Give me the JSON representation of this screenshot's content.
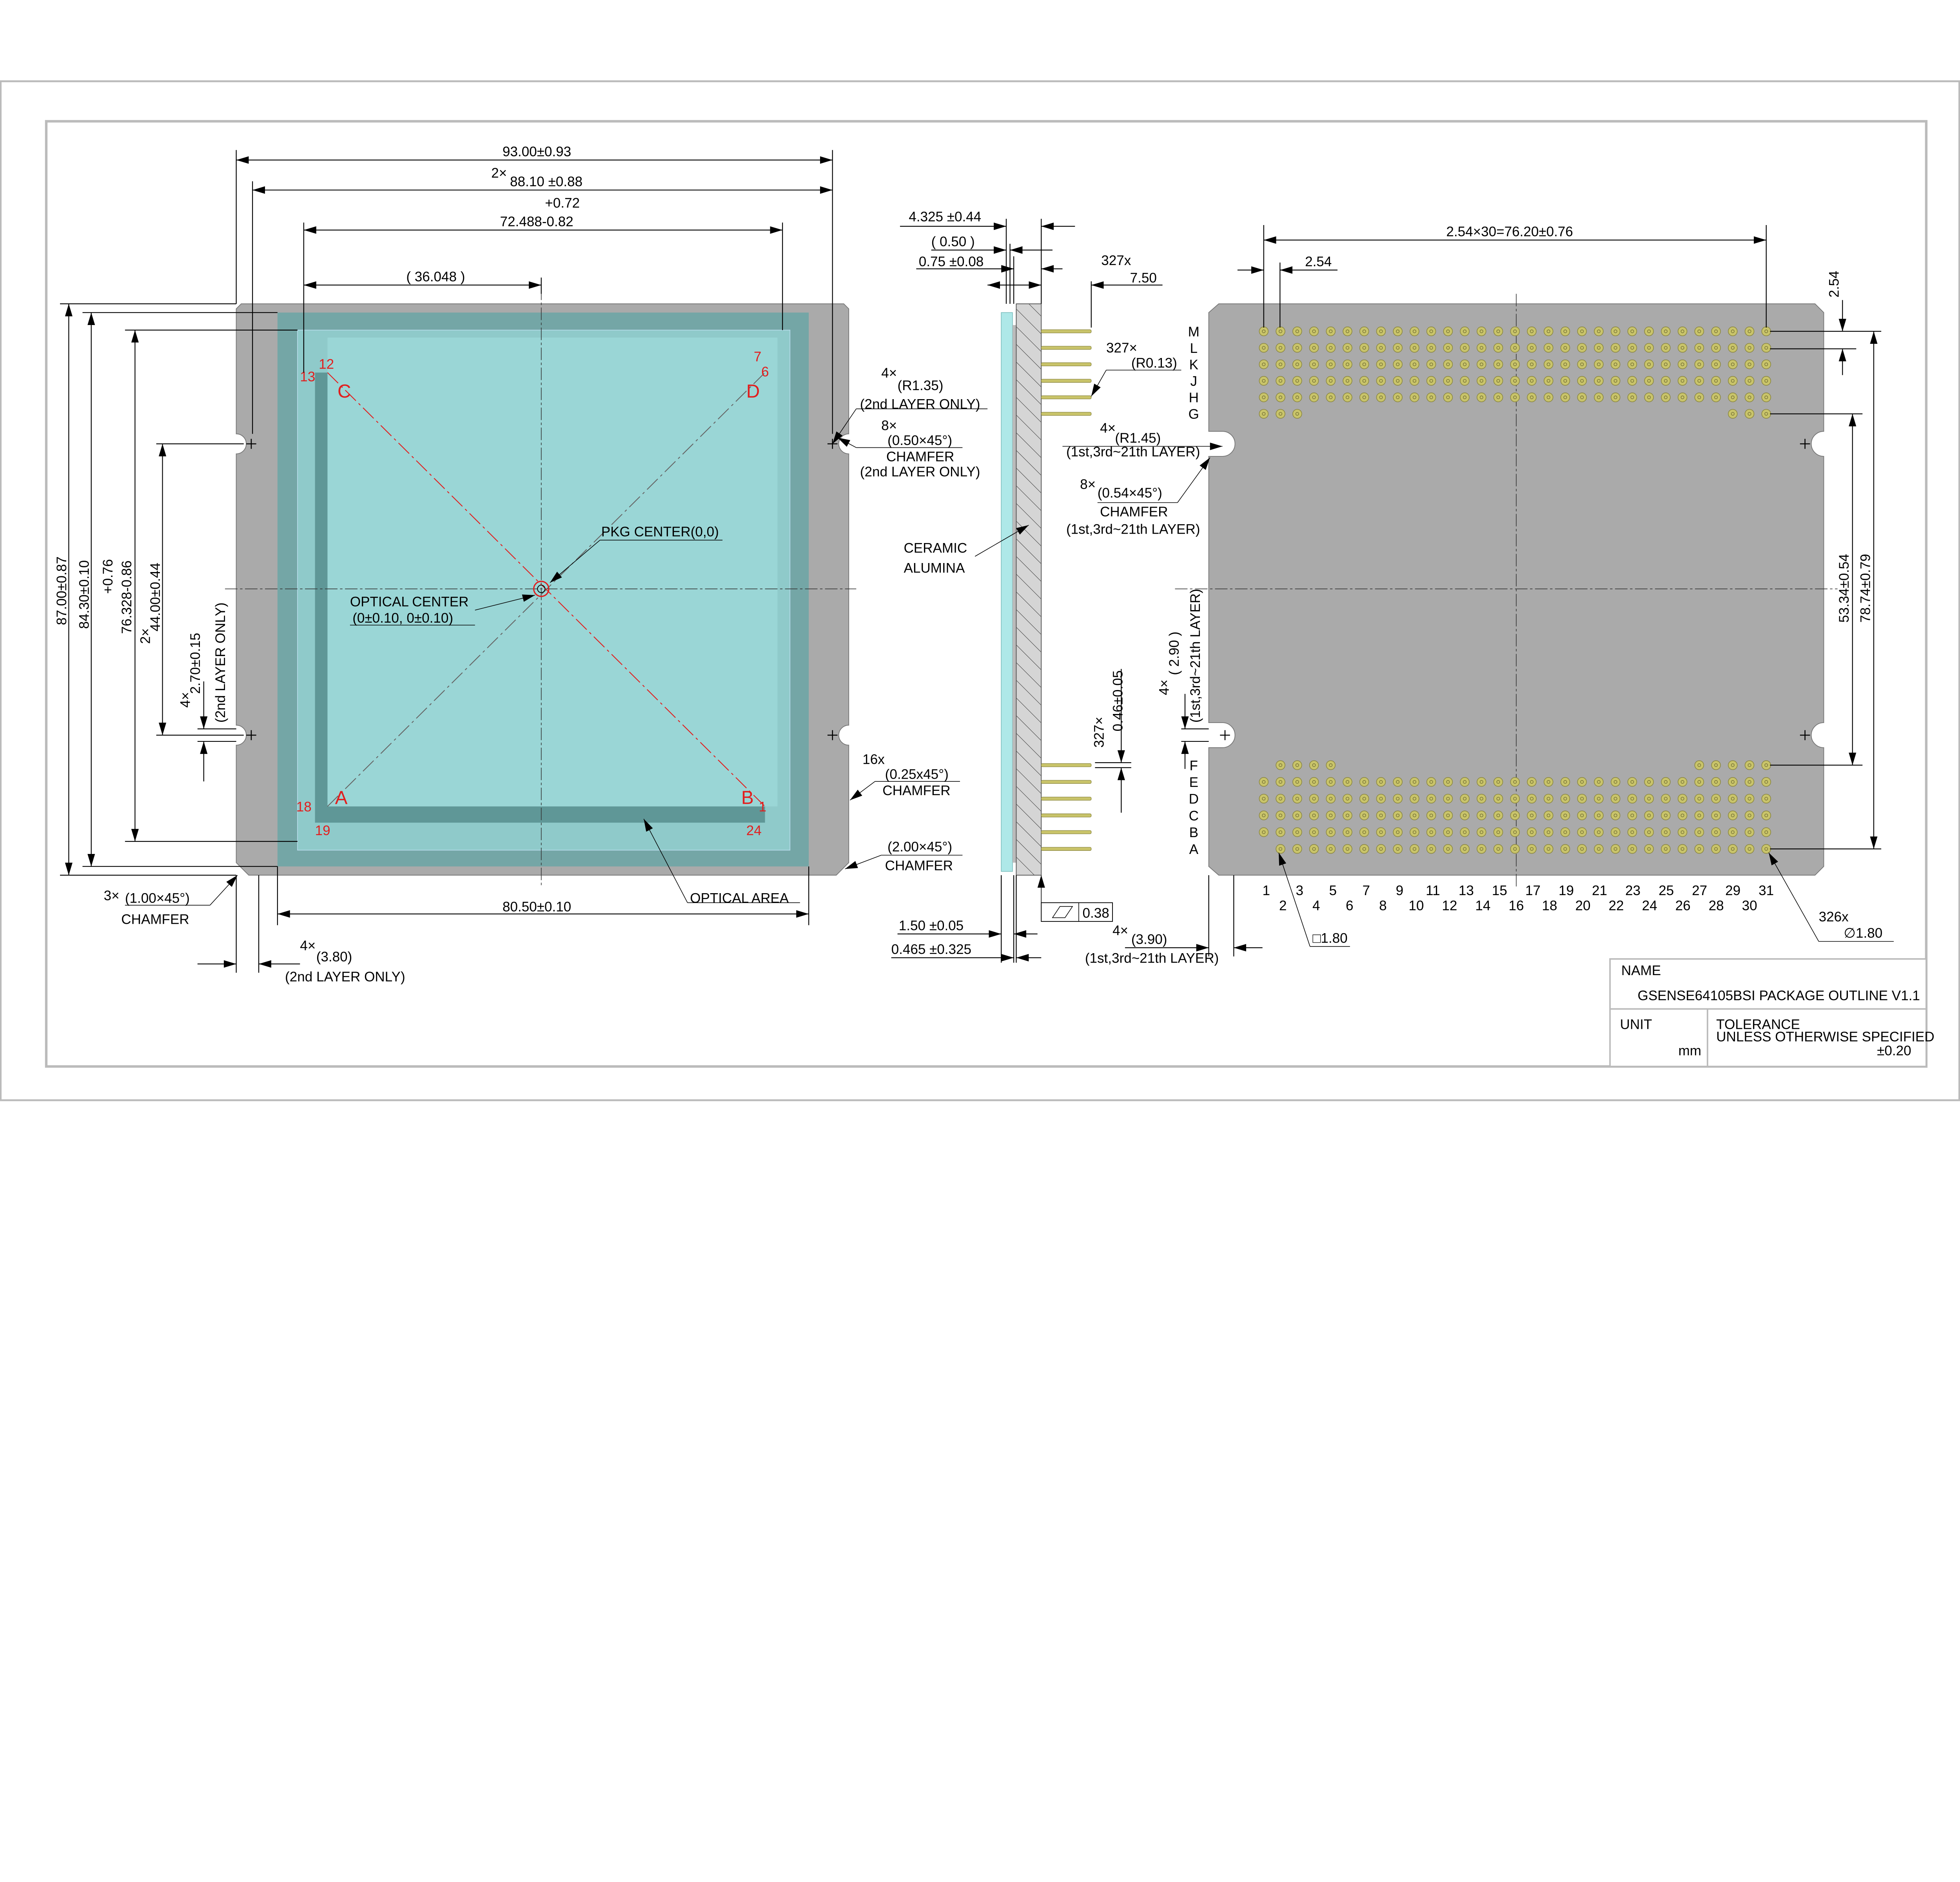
{
  "title_block": {
    "name_label": "NAME",
    "name_value": "GSENSE64105BSI PACKAGE OUTLINE  V1.1",
    "unit_label": "UNIT",
    "unit_value": "mm",
    "tolerance_label": "TOLERANCE",
    "tolerance_note": "UNLESS OTHERWISE SPECIFIED",
    "tolerance_value": "±0.20"
  },
  "top_view": {
    "width_overall": "93.00±0.93",
    "width_88_mult": "2×",
    "width_88": "88.10 ±0.88",
    "width_72_upper": "+0.72",
    "width_72": "72.488-0.82",
    "width_36": "( 36.048 )",
    "height_87": "87.00±0.87",
    "height_84": "84.30±0.10",
    "height_76_upper": "+0.76",
    "height_76": "76.328-0.86",
    "height_44_mult": "2×",
    "height_44": "44.00±0.44",
    "notch_mult": "4×",
    "notch_270": "2.70±0.15",
    "notch_270_note": "(2nd LAYER ONLY)",
    "radius_mult": "4×",
    "radius": "(R1.35)",
    "radius_note": "(2nd LAYER ONLY)",
    "chamfer8_mult": "8×",
    "chamfer8": "(0.50×45°)",
    "chamfer8_label": "CHAMFER",
    "chamfer8_note": "(2nd LAYER ONLY)",
    "pkg_center": "PKG CENTER(0,0)",
    "optical_center": "OPTICAL CENTER",
    "optical_center_value": "(0±0.10, 0±0.10)",
    "chamfer16_mult": "16x",
    "chamfer16": "(0.25x45°)",
    "chamfer16_label": "CHAMFER",
    "chamfer2_value": "(2.00×45°)",
    "chamfer2_label": "CHAMFER",
    "chamfer3_mult": "3×",
    "chamfer3": "(1.00×45°)",
    "chamfer3_label": "CHAMFER",
    "width_80": "80.50±0.10",
    "optical_area": "OPTICAL AREA",
    "dim_380_mult": "4×",
    "dim_380": "(3.80)",
    "dim_380_note": "(2nd LAYER ONLY)",
    "corners": {
      "A": "A",
      "B": "B",
      "C": "C",
      "D": "D"
    },
    "corner_pins": {
      "c13": "13",
      "c12": "12",
      "c7": "7",
      "c6": "6",
      "c18": "18",
      "c19": "19",
      "c1": "1",
      "c24": "24"
    }
  },
  "side_view": {
    "dim_4325": "4.325 ±0.44",
    "dim_050": "( 0.50 )",
    "dim_075": "0.75 ±0.08",
    "pin_len_mult": "327x",
    "pin_len": "7.50",
    "pin_r_mult": "327×",
    "pin_r": "(R0.13)",
    "ceramic": "CERAMIC",
    "alumina": "ALUMINA",
    "pin_d_mult": "327×",
    "pin_d": "0.46±0.05",
    "flatness": "0.38",
    "dim_150": "1.50 ±0.05",
    "dim_0465": "0.465 ±0.325"
  },
  "bottom_view": {
    "pitch_total": "2.54×30=76.20±0.76",
    "pitch": "2.54",
    "pitch_v": "2.54",
    "r145_mult": "4×",
    "r145": "(R1.45)",
    "r145_note": "(1st,3rd~21th LAYER)",
    "ch054_mult": "8×",
    "ch054": "(0.54×45°)",
    "ch054_label": "CHAMFER",
    "ch054_note": "(1st,3rd~21th LAYER)",
    "dim_290_mult": "4×",
    "dim_290": "( 2.90 )",
    "dim_290_note": "(1st,3rd~21th LAYER)",
    "dim_390_mult": "4×",
    "dim_390": "(3.90)",
    "dim_390_note": "(1st,3rd~21th LAYER)",
    "dim_5334": "53.34±0.54",
    "dim_7874": "78.74±0.79",
    "pad_size": "□1.80",
    "pin_count": "326x",
    "pin_dia": "∅1.80",
    "rows_top": [
      "M",
      "L",
      "K",
      "J",
      "H",
      "G"
    ],
    "rows_bottom": [
      "F",
      "E",
      "D",
      "C",
      "B",
      "A"
    ],
    "cols_odd": [
      "1",
      "3",
      "5",
      "7",
      "9",
      "11",
      "13",
      "15",
      "17",
      "19",
      "21",
      "23",
      "25",
      "27",
      "29",
      "31"
    ],
    "cols_even": [
      "2",
      "4",
      "6",
      "8",
      "10",
      "12",
      "14",
      "16",
      "18",
      "20",
      "22",
      "24",
      "26",
      "28",
      "30"
    ]
  },
  "pin_grid": {
    "M": [
      [
        1,
        31
      ]
    ],
    "L": [
      [
        1,
        31
      ]
    ],
    "K": [
      [
        1,
        31
      ]
    ],
    "J": [
      [
        1,
        31
      ]
    ],
    "H": [
      [
        1,
        31
      ]
    ],
    "G": [
      [
        1,
        3
      ],
      [
        29,
        31
      ]
    ],
    "F": [
      [
        2,
        5
      ],
      [
        27,
        31
      ]
    ],
    "E": [
      [
        1,
        31
      ]
    ],
    "D": [
      [
        1,
        31
      ]
    ],
    "C": [
      [
        1,
        31
      ]
    ],
    "B": [
      [
        1,
        31
      ]
    ],
    "A": [
      [
        2,
        31
      ]
    ]
  },
  "colors": {
    "body": "#aaaaaa",
    "glass": "#9fd8d8",
    "pin": "#c9c46a",
    "accent": "#e21e1e"
  }
}
